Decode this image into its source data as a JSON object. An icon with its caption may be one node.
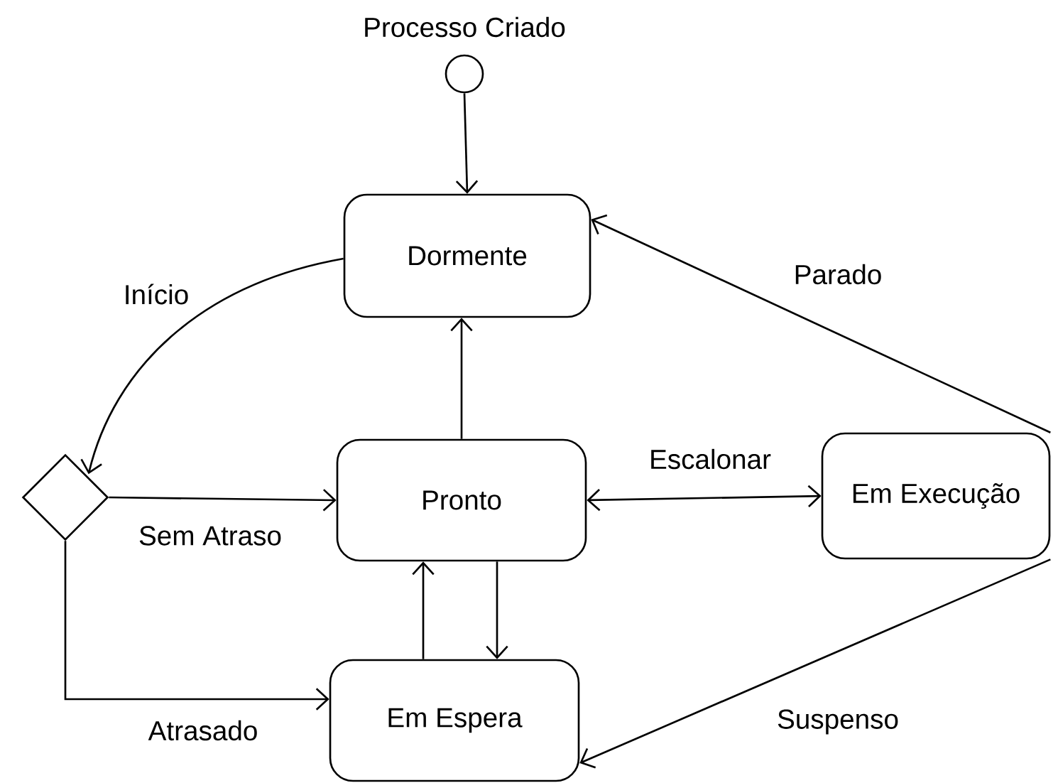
{
  "diagram": {
    "nodes": [
      {
        "text": [],
        "shape": "circle",
        "beside": [
          "Processo Criado"
        ]
      },
      {
        "text": [
          "Dormente"
        ]
      },
      {
        "text": [],
        "shape": "diamond"
      },
      {
        "text": [
          "Pronto"
        ]
      },
      {
        "text": [
          "Em Execução"
        ]
      },
      {
        "text": [
          "Em Espera"
        ]
      }
    ],
    "edges": [
      {
        "from": 0,
        "to": 1,
        "arrow": "to"
      },
      {
        "from": 1,
        "to": 2,
        "arrow": "to",
        "label": "Início"
      },
      {
        "from": 2,
        "to": 3,
        "arrow": "to",
        "label": "Sem Atraso"
      },
      {
        "from": 2,
        "to": 5,
        "arrow": "to",
        "label": "Atrasado"
      },
      {
        "from": 3,
        "to": 1,
        "arrow": "to"
      },
      {
        "from": 3,
        "to": 4,
        "arrow": "both",
        "label": "Escalonar"
      },
      {
        "from": 4,
        "to": 1,
        "arrow": "to",
        "label": "Parado"
      },
      {
        "from": 4,
        "to": 5,
        "arrow": "to",
        "label": "Suspenso"
      },
      {
        "from": 5,
        "to": 3,
        "arrow": "to"
      },
      {
        "from": 3,
        "to": 5,
        "arrow": "to"
      }
    ]
  }
}
